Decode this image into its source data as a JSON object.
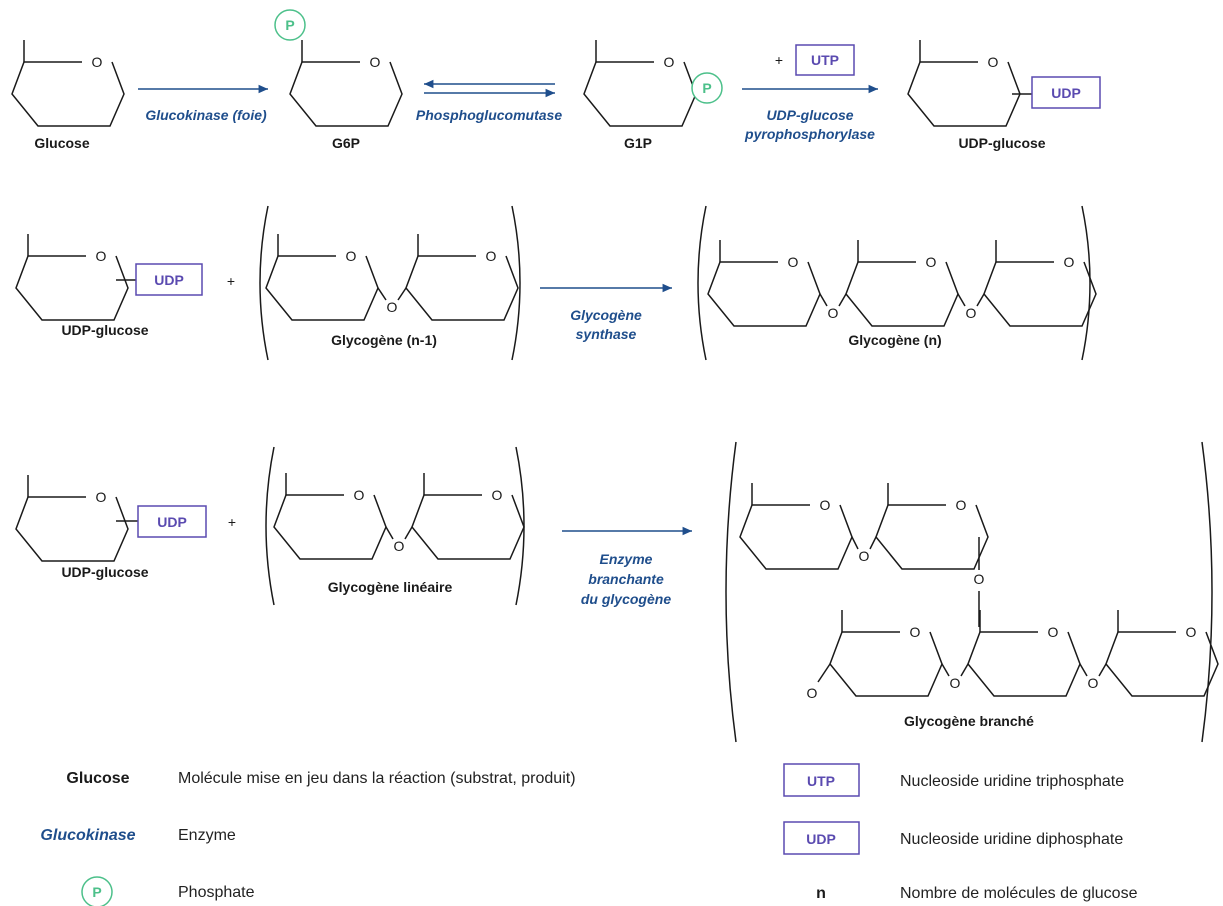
{
  "colors": {
    "enzyme": "#1f4e8c",
    "nucleotide": "#5a4ab0",
    "phosphate": "#4cc08a",
    "text": "#1a1a1a"
  },
  "row1": {
    "glucose": "Glucose",
    "g6p": "G6P",
    "g1p": "G1P",
    "udp_glucose": "UDP-glucose",
    "enzyme_glucokinase": "Glucokinase (foie)",
    "enzyme_phosphoglucomutase": "Phosphoglucomutase",
    "enzyme_udp_line1": "UDP-glucose",
    "enzyme_udp_line2": "pyrophosphorylase",
    "plus": "+",
    "utp": "UTP",
    "udp": "UDP",
    "phosphate": "P"
  },
  "row2": {
    "udp_glucose": "UDP-glucose",
    "udp": "UDP",
    "plus": "+",
    "glycogen_n1": "Glycogène (n-1)",
    "enzyme_line1": "Glycogène",
    "enzyme_line2": "synthase",
    "glycogen_n": "Glycogène (n)"
  },
  "row3": {
    "udp_glucose": "UDP-glucose",
    "udp": "UDP",
    "plus": "+",
    "glycogen_linear": "Glycogène linéaire",
    "enzyme_line1": "Enzyme",
    "enzyme_line2": "branchante",
    "enzyme_line3": "du glycogène",
    "glycogen_branched": "Glycogène branché"
  },
  "atoms": {
    "oxygen": "O"
  },
  "legend": {
    "molecule_term": "Glucose",
    "molecule_desc": "Molécule mise en jeu dans la réaction (substrat, produit)",
    "enzyme_term": "Glucokinase",
    "enzyme_desc": "Enzyme",
    "phosphate_term": "P",
    "phosphate_desc": "Phosphate",
    "utp_term": "UTP",
    "utp_desc": "Nucleoside uridine triphosphate",
    "udp_term": "UDP",
    "udp_desc": "Nucleoside uridine diphosphate",
    "n_term": "n",
    "n_desc": "Nombre de molécules de glucose"
  }
}
